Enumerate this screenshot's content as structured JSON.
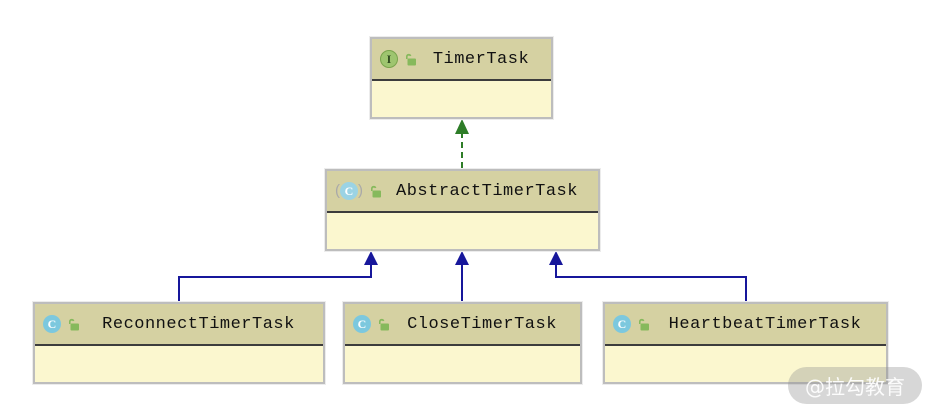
{
  "diagram": {
    "nodes": [
      {
        "name": "TimerTask",
        "kind": "interface",
        "icon_letter": "I"
      },
      {
        "name": "AbstractTimerTask",
        "kind": "abstract-class",
        "icon_letter": "C",
        "paren_open": "(",
        "paren_close": ")"
      },
      {
        "name": "ReconnectTimerTask",
        "kind": "class",
        "icon_letter": "C"
      },
      {
        "name": "CloseTimerTask",
        "kind": "class",
        "icon_letter": "C"
      },
      {
        "name": "HeartbeatTimerTask",
        "kind": "class",
        "icon_letter": "C"
      }
    ],
    "edges": [
      {
        "from": "AbstractTimerTask",
        "to": "TimerTask",
        "type": "realization",
        "style": "dashed",
        "color": "#2e7d28"
      },
      {
        "from": "ReconnectTimerTask",
        "to": "AbstractTimerTask",
        "type": "generalization",
        "style": "solid",
        "color": "#17179b"
      },
      {
        "from": "CloseTimerTask",
        "to": "AbstractTimerTask",
        "type": "generalization",
        "style": "solid",
        "color": "#17179b"
      },
      {
        "from": "HeartbeatTimerTask",
        "to": "AbstractTimerTask",
        "type": "generalization",
        "style": "solid",
        "color": "#17179b"
      }
    ],
    "colors": {
      "header_bg": "#d5d1a2",
      "body_bg": "#fbf7cf",
      "box_border": "#bdbdbd",
      "separator": "#3c3c3c",
      "interface_icon": "#9ec56f",
      "class_icon": "#7cc8de",
      "lock_icon": "#86b95c",
      "realization_arrow": "#2e7d28",
      "generalization_arrow": "#17179b"
    }
  },
  "watermark": {
    "text": "@拉勾教育"
  }
}
